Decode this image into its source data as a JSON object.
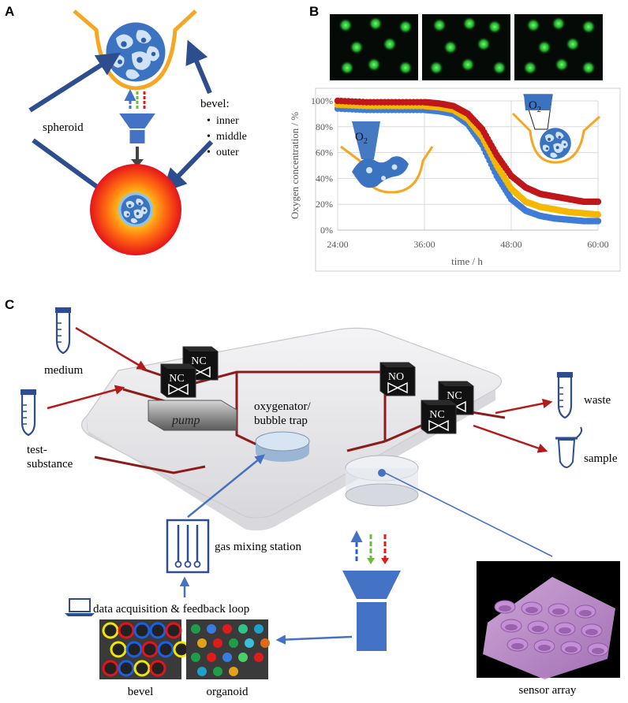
{
  "panel_a": {
    "letter": "A",
    "spheroid_label": "spheroid",
    "bevel_title": "bevel:",
    "bevel_items": [
      "inner",
      "middle",
      "outer"
    ],
    "colors": {
      "bevel": "#f5a623",
      "arrow": "#2e4d8f",
      "core": "#3b73c0",
      "red": "#e4181b"
    }
  },
  "panel_b": {
    "letter": "B",
    "o2_left": "O",
    "o2_right": "O",
    "o2_sub": "2",
    "chart_data": {
      "type": "scatter",
      "xlabel": "time / h",
      "ylabel": "Oxygen concentration / %",
      "x_ticks": [
        "24:00",
        "36:00",
        "48:00",
        "60:00"
      ],
      "y_ticks": [
        "0%",
        "20%",
        "40%",
        "60%",
        "80%",
        "100%"
      ],
      "xlim": [
        "24:00",
        "60:00"
      ],
      "ylim": [
        0,
        100
      ],
      "grid": true,
      "series": [
        {
          "color": "#c0171b",
          "points": [
            [
              24,
              100
            ],
            [
              28,
              99
            ],
            [
              32,
              99
            ],
            [
              36,
              99
            ],
            [
              38,
              98
            ],
            [
              40,
              96
            ],
            [
              42,
              90
            ],
            [
              44,
              78
            ],
            [
              46,
              58
            ],
            [
              48,
              42
            ],
            [
              50,
              33
            ],
            [
              52,
              28
            ],
            [
              54,
              26
            ],
            [
              56,
              24
            ],
            [
              58,
              22
            ],
            [
              60,
              22
            ]
          ]
        },
        {
          "color": "#f5b800",
          "points": [
            [
              24,
              97
            ],
            [
              28,
              96
            ],
            [
              32,
              96
            ],
            [
              36,
              96
            ],
            [
              38,
              95
            ],
            [
              40,
              93
            ],
            [
              42,
              86
            ],
            [
              44,
              72
            ],
            [
              46,
              50
            ],
            [
              48,
              32
            ],
            [
              50,
              22
            ],
            [
              52,
              18
            ],
            [
              54,
              16
            ],
            [
              56,
              14
            ],
            [
              58,
              13
            ],
            [
              60,
              12
            ]
          ]
        },
        {
          "color": "#3f7cd8",
          "points": [
            [
              24,
              94
            ],
            [
              28,
              93
            ],
            [
              32,
              93
            ],
            [
              36,
              93
            ],
            [
              38,
              92
            ],
            [
              40,
              90
            ],
            [
              42,
              82
            ],
            [
              44,
              66
            ],
            [
              46,
              42
            ],
            [
              48,
              24
            ],
            [
              50,
              15
            ],
            [
              52,
              11
            ],
            [
              54,
              9
            ],
            [
              56,
              8
            ],
            [
              58,
              7
            ],
            [
              60,
              7
            ]
          ]
        }
      ]
    }
  },
  "panel_c": {
    "letter": "C",
    "labels": {
      "medium": "medium",
      "test_substance": "test-\nsubstance",
      "pump": "pump",
      "oxygenator": "oxygenator/\nbubble trap",
      "waste": "waste",
      "sample": "sample",
      "gas_station": "gas mixing station",
      "data_acq": "data acquisition & feedback loop",
      "bevel": "bevel",
      "organoid": "organoid",
      "sensor_array": "sensor array"
    },
    "valves": [
      "NC",
      "NC",
      "NO",
      "NC",
      "NC"
    ],
    "colors": {
      "channel": "#8c1c1c",
      "arrow_red": "#b31b1b",
      "arrow_blue": "#4472c4",
      "funnel": "#4472c4"
    }
  }
}
